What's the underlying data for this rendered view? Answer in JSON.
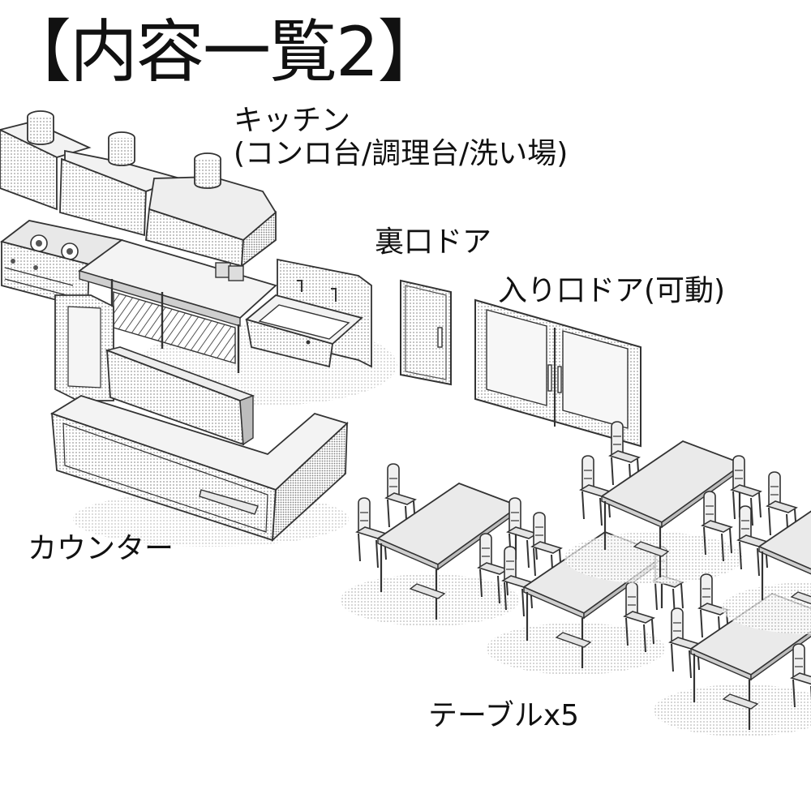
{
  "title": "【内容一覧2】",
  "labels": {
    "kitchen_line1": "キッチン",
    "kitchen_line2": "(コンロ台/調理台/洗い場)",
    "back_door": "裏口ドア",
    "entrance_door": "入り口ドア(可動)",
    "counter": "カウンター",
    "tables": "テーブルx5"
  },
  "colors": {
    "line": "#333333",
    "tone_light": "#e6e6e6",
    "tone_mid": "#cfcfcf",
    "shadow": "#d6d6d6",
    "background": "#ffffff"
  }
}
